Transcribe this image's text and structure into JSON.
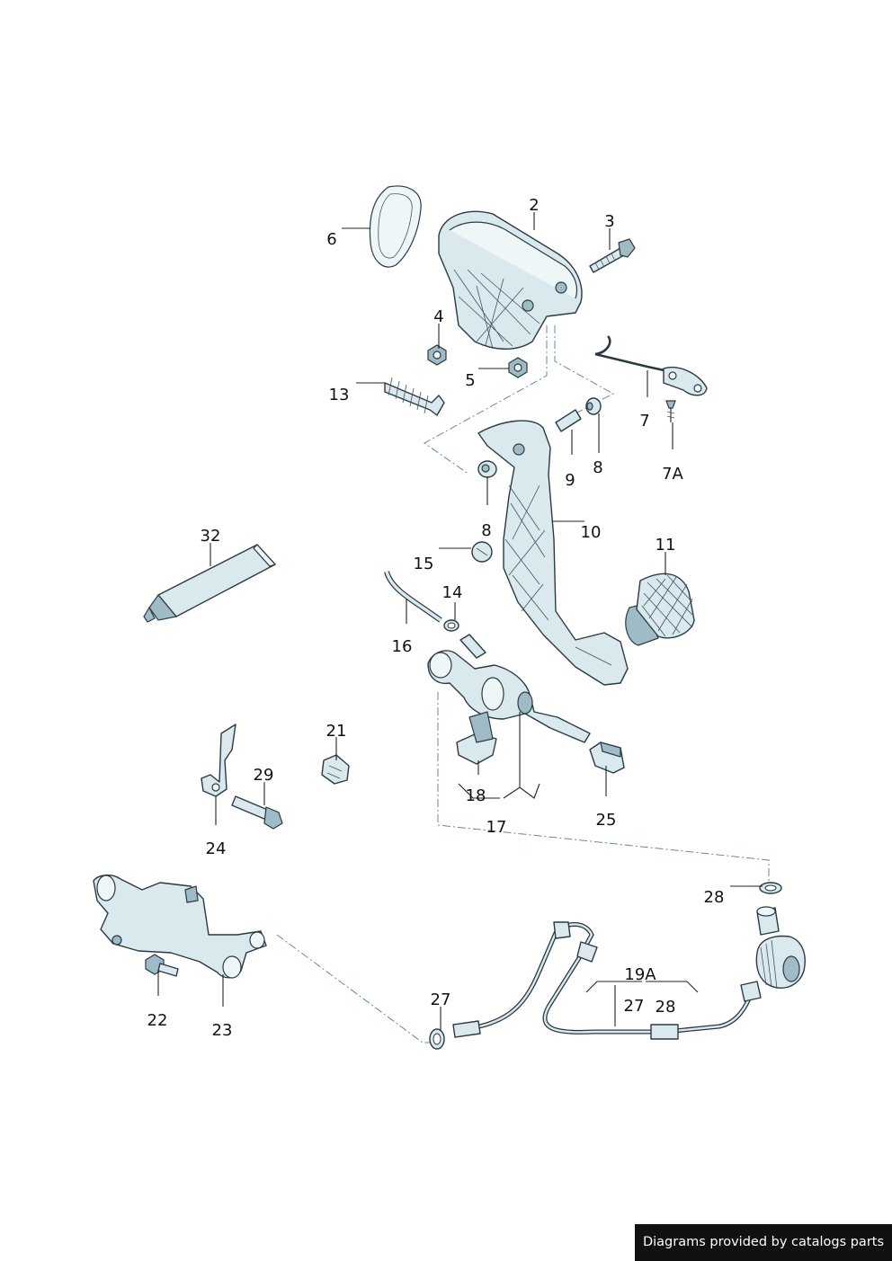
{
  "callouts": {
    "c2": "2",
    "c3": "3",
    "c4": "4",
    "c5": "5",
    "c6": "6",
    "c7": "7",
    "c7a": "7A",
    "c8a": "8",
    "c8b": "8",
    "c9": "9",
    "c10": "10",
    "c11": "11",
    "c13": "13",
    "c14": "14",
    "c15": "15",
    "c16": "16",
    "c17": "17",
    "c18": "18",
    "c19a": "19A",
    "c21": "21",
    "c22": "22",
    "c23": "23",
    "c24": "24",
    "c25": "25",
    "c27a": "27",
    "c27b": "27",
    "c28a": "28",
    "c28b": "28",
    "c29": "29",
    "c32": "32"
  },
  "credit": "Diagrams provided by catalogs parts"
}
